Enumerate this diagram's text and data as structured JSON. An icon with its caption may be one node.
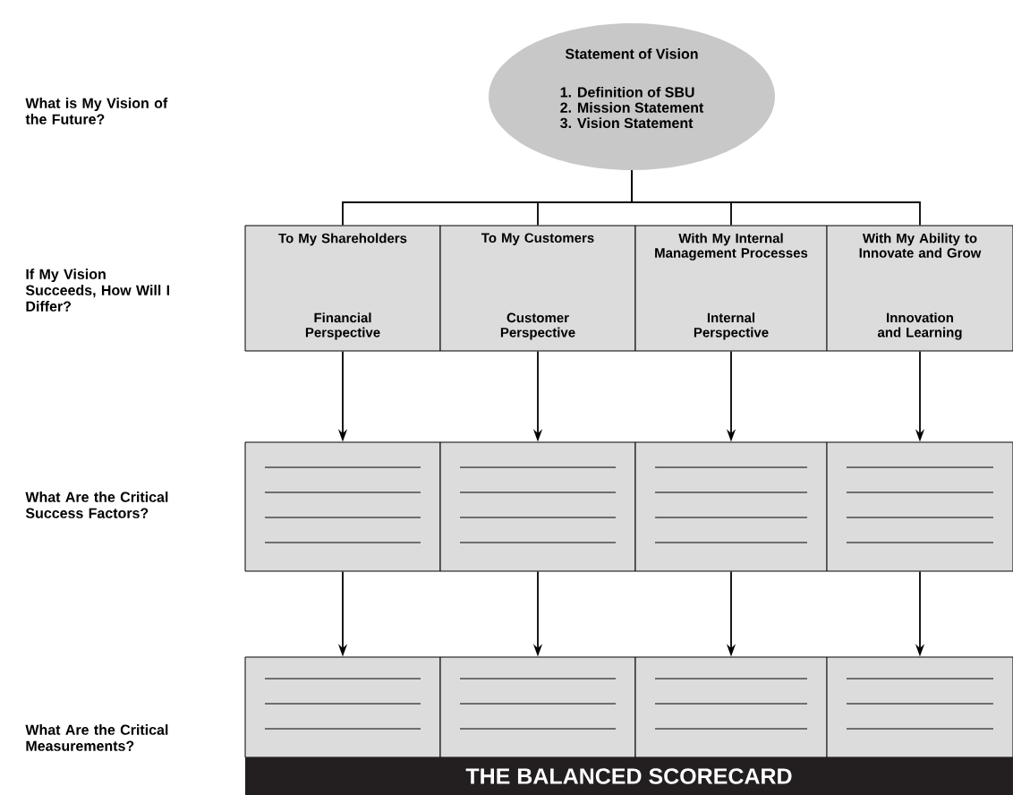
{
  "diagram": {
    "nodes": [
      {
        "text": [
          "Statement of Vision",
          "1. Definition of SBU",
          "2. Mission Statement",
          "3. Vision Statement"
        ]
      },
      {
        "text": [
          "To My Shareholders",
          "Financial Perspective"
        ]
      },
      {
        "text": [
          "To My Customers",
          "Customer Perspective"
        ]
      },
      {
        "text": [
          "With My Internal Management Processes",
          "Internal Perspective"
        ]
      },
      {
        "text": [
          "With My Ability to Innovate and Grow",
          "Innovation and Learning"
        ]
      },
      {
        "text": [],
        "shape": "box"
      },
      {
        "text": [],
        "shape": "box"
      },
      {
        "text": [],
        "shape": "box"
      },
      {
        "text": [],
        "shape": "box"
      },
      {
        "text": [],
        "shape": "box"
      },
      {
        "text": [],
        "shape": "box"
      },
      {
        "text": [],
        "shape": "box"
      },
      {
        "text": [],
        "shape": "box"
      },
      {
        "text": [
          "THE BALANCED SCORECARD"
        ]
      }
    ],
    "edges": [
      {
        "from": 0,
        "to": 1,
        "arrow": "none"
      },
      {
        "from": 0,
        "to": 2,
        "arrow": "none"
      },
      {
        "from": 0,
        "to": 3,
        "arrow": "none"
      },
      {
        "from": 0,
        "to": 4,
        "arrow": "none"
      },
      {
        "from": 1,
        "to": 5,
        "arrow": "to"
      },
      {
        "from": 2,
        "to": 6,
        "arrow": "to"
      },
      {
        "from": 3,
        "to": 7,
        "arrow": "to"
      },
      {
        "from": 4,
        "to": 8,
        "arrow": "to"
      },
      {
        "from": 5,
        "to": 9,
        "arrow": "to"
      },
      {
        "from": 6,
        "to": 10,
        "arrow": "to"
      },
      {
        "from": 7,
        "to": 11,
        "arrow": "to"
      },
      {
        "from": 8,
        "to": 12,
        "arrow": "to"
      }
    ],
    "labels": [
      "What is My Vision of the Future?",
      "If My Vision Succeeds, How Will I Differ?",
      "What Are the Critical Success Factors?",
      "What Are the Critical Measurements?"
    ]
  }
}
